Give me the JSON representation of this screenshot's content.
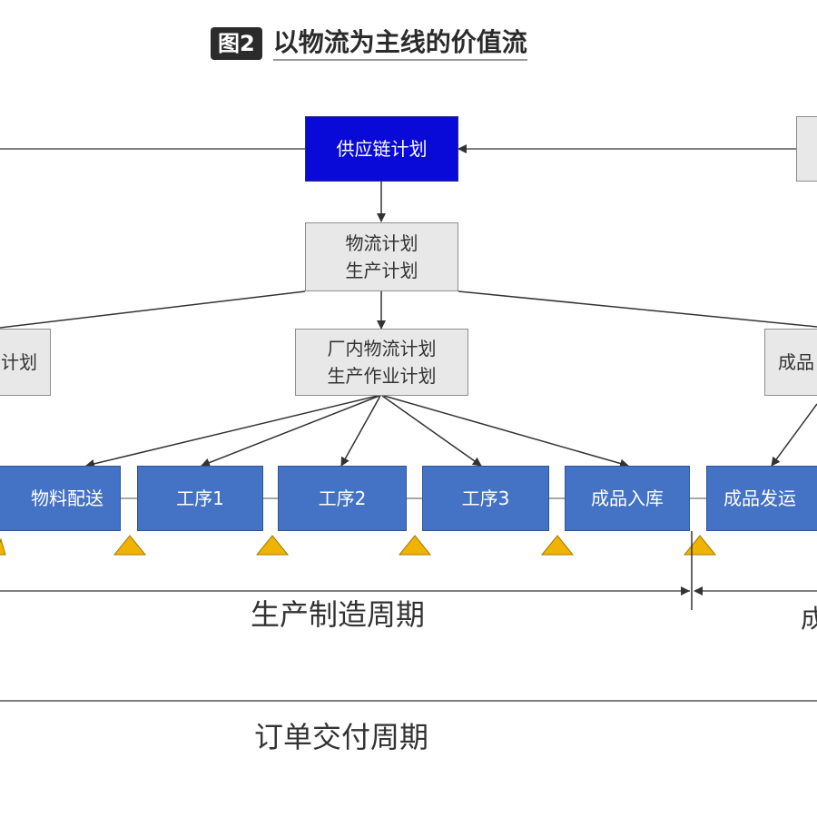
{
  "figure": {
    "badge": "图2",
    "title": "以物流为主线的价值流"
  },
  "boxes": {
    "supply_chain_plan": "供应链计划",
    "logistics_production_plan": [
      "物流计划",
      "生产计划"
    ],
    "inplant_plan": [
      "厂内物流计划",
      "生产作业计划"
    ],
    "left_partial": "计划",
    "right_partial": "成品",
    "top_right_partial": ""
  },
  "process_steps": [
    "物料配送",
    "工序1",
    "工序2",
    "工序3",
    "成品入库",
    "成品发运"
  ],
  "cycles": {
    "manufacturing": "生产制造周期",
    "order_delivery": "订单交付周期",
    "right_partial": "成"
  },
  "colors": {
    "navy": "#0a0ad8",
    "process_blue": "#4472c4",
    "box_gray": "#e8e8e8",
    "inventory_triangle": "#f0b400"
  }
}
